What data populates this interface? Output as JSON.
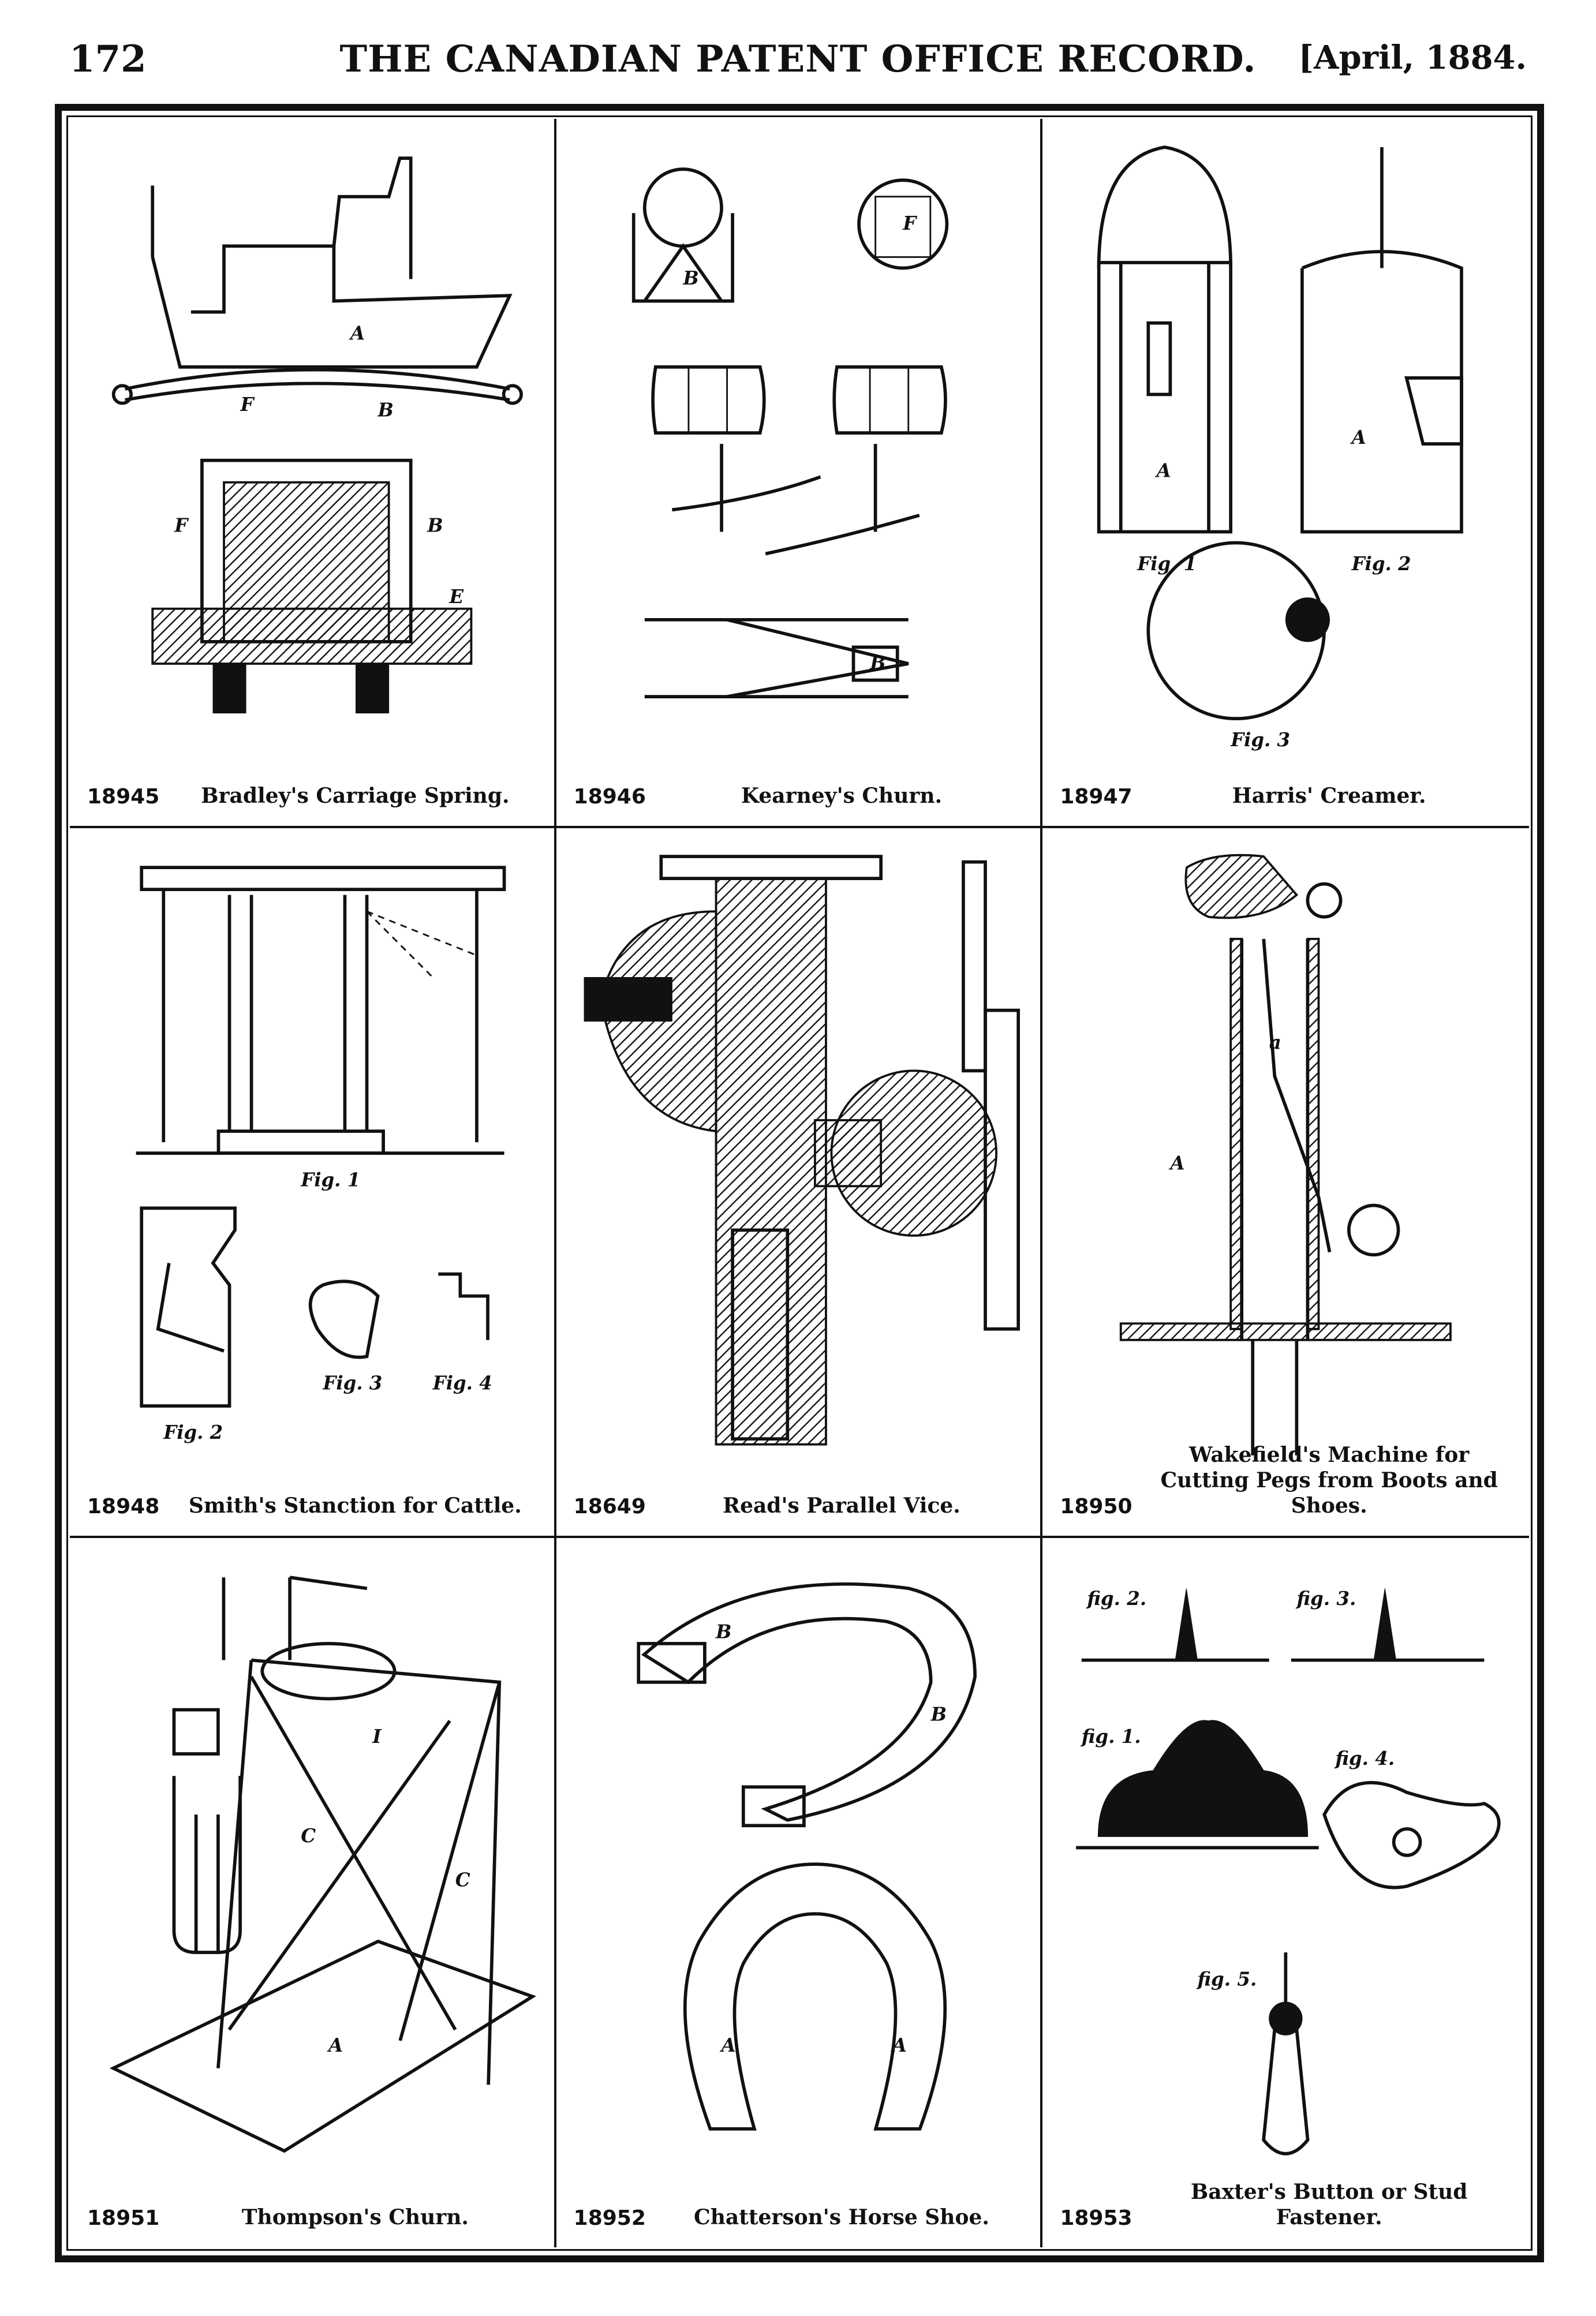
{
  "header": {
    "page_number": "172",
    "title": "THE CANADIAN PATENT OFFICE RECORD.",
    "date": "[April, 1884."
  },
  "panels": [
    {
      "number": "18945",
      "title": "Bradley's Carriage Spring.",
      "icon": "carriage-spring-drawing"
    },
    {
      "number": "18946",
      "title": "Kearney's Churn.",
      "icon": "rocking-churn-drawing"
    },
    {
      "number": "18947",
      "title": "Harris' Creamer.",
      "icon": "creamer-can-drawing",
      "fig_labels": [
        "Fig. 1",
        "Fig. 2",
        "Fig. 3"
      ]
    },
    {
      "number": "18948",
      "title": "Smith's Stanction for Cattle.",
      "icon": "stanchion-drawing",
      "fig_labels": [
        "Fig. 1",
        "Fig. 2",
        "Fig. 3",
        "Fig. 4"
      ]
    },
    {
      "number": "18649",
      "title": "Read's Parallel Vice.",
      "icon": "parallel-vice-drawing"
    },
    {
      "number": "18950",
      "title": "Wakefield's Machine for Cutting Pegs from Boots and Shoes.",
      "icon": "peg-cutter-drawing"
    },
    {
      "number": "18951",
      "title": "Thompson's Churn.",
      "icon": "churn-frame-drawing"
    },
    {
      "number": "18952",
      "title": "Chatterson's Horse Shoe.",
      "icon": "horseshoe-drawing"
    },
    {
      "number": "18953",
      "title": "Baxter's Button or Stud Fastener.",
      "icon": "stud-fastener-drawing",
      "fig_labels": [
        "fig. 2.",
        "fig. 3.",
        "fig. 1.",
        "fig. 4.",
        "fig. 5."
      ]
    }
  ]
}
